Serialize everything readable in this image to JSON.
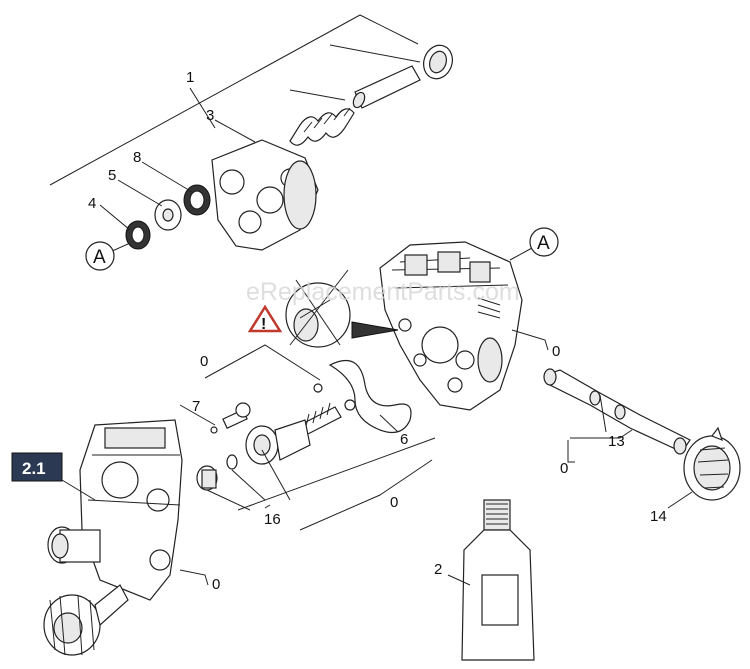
{
  "watermark": "eReplacementParts.com",
  "badge": "2.1",
  "circle_marker": "A",
  "labels": {
    "l1": "1",
    "l3": "3",
    "l8": "8",
    "l5": "5",
    "l4": "4",
    "l0a": "0",
    "l0b": "0",
    "l7": "7",
    "l6": "6",
    "l13": "13",
    "l0c": "0",
    "l0d": "0",
    "l16": "16",
    "l14": "14",
    "l2": "2",
    "l0e": "0"
  },
  "colors": {
    "badge_bg": "#2b3a52",
    "warning": "#c0392b",
    "line": "#222222"
  },
  "icons": [
    "warning-triangle-icon",
    "circle-a-marker"
  ]
}
